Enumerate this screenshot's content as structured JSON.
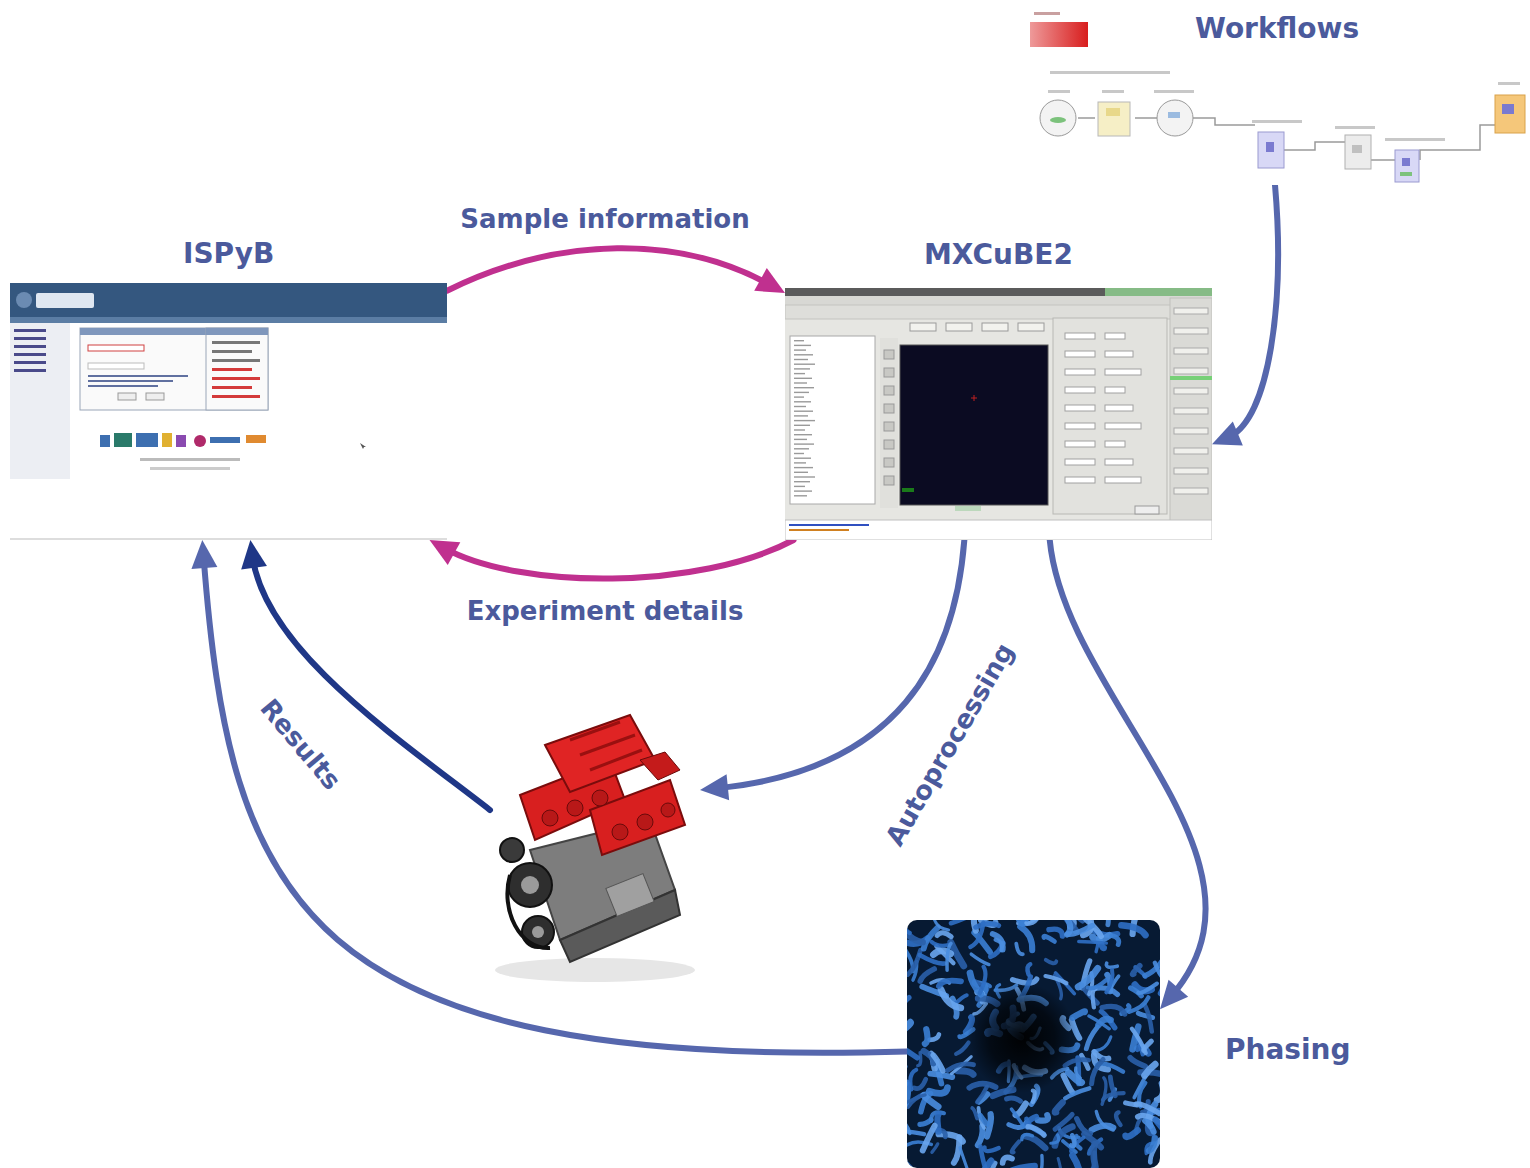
{
  "diagram": {
    "nodes": [
      {
        "text": [
          "Workflows"
        ]
      },
      {
        "text": [
          "ISPyB"
        ]
      },
      {
        "text": [
          "MXCuBE2"
        ]
      },
      {
        "text": []
      },
      {
        "text": [
          "Phasing"
        ]
      }
    ],
    "edges": [
      {
        "from": 1,
        "to": 2,
        "label": "Sample information",
        "arrow": "to"
      },
      {
        "from": 2,
        "to": 1,
        "label": "Experiment details",
        "arrow": "to"
      },
      {
        "from": 0,
        "to": 2,
        "arrow": "to"
      },
      {
        "from": 2,
        "to": 3,
        "label": "Autoprocessing",
        "arrow": "to"
      },
      {
        "from": 3,
        "to": 1,
        "label": "Results",
        "arrow": "to"
      },
      {
        "from": 2,
        "to": 4,
        "arrow": "to"
      },
      {
        "from": 4,
        "to": 1,
        "arrow": "to"
      }
    ]
  }
}
